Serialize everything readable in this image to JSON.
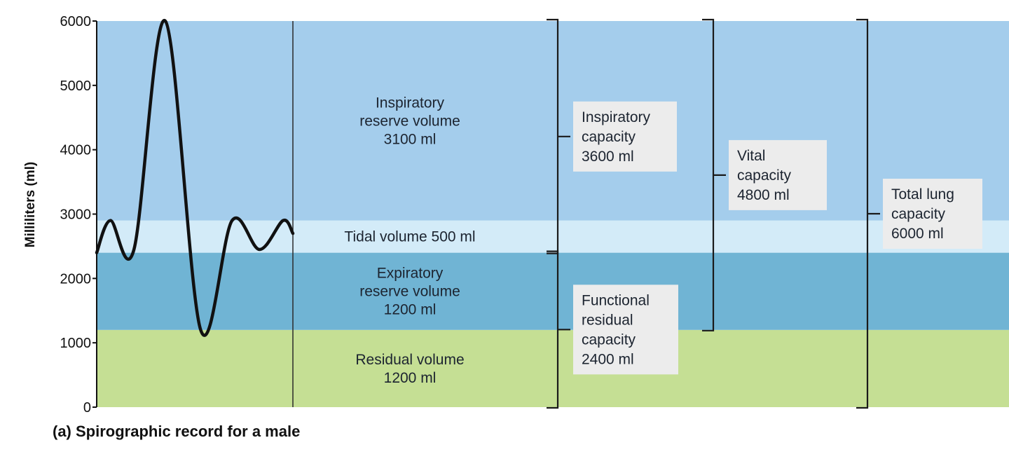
{
  "chart_data": {
    "type": "area",
    "caption": "(a) Spirographic record for a male",
    "ylabel": "Milliliters (ml)",
    "ylim": [
      0,
      6000
    ],
    "yticks": [
      "0",
      "1000",
      "2000",
      "3000",
      "4000",
      "5000",
      "6000"
    ],
    "bands": [
      {
        "key": "rv",
        "from": 0,
        "to": 1200,
        "color": "#c5df94",
        "label": [
          "Residual volume",
          "1200 ml"
        ]
      },
      {
        "key": "erv",
        "from": 1200,
        "to": 2400,
        "color": "#70b4d4",
        "label": [
          "Expiratory",
          "reserve volume",
          "1200 ml"
        ]
      },
      {
        "key": "tv",
        "from": 2400,
        "to": 2900,
        "color": "#d3ebf8",
        "label": [
          "Tidal volume 500 ml"
        ]
      },
      {
        "key": "irv",
        "from": 2900,
        "to": 6000,
        "color": "#a4cdec",
        "label": [
          "Inspiratory",
          "reserve volume",
          "3100 ml"
        ]
      }
    ],
    "capacities": [
      {
        "key": "ic",
        "from": 2400,
        "to": 6000,
        "label": [
          "Inspiratory",
          "capacity",
          "3600 ml"
        ]
      },
      {
        "key": "frc",
        "from": 0,
        "to": 2400,
        "label": [
          "Functional",
          "residual",
          "capacity",
          "2400 ml"
        ]
      },
      {
        "key": "vc",
        "from": 1200,
        "to": 6000,
        "label": [
          "Vital",
          "capacity",
          "4800 ml"
        ]
      },
      {
        "key": "tlc",
        "from": 0,
        "to": 6000,
        "label": [
          "Total lung",
          "capacity",
          "6000 ml"
        ]
      }
    ],
    "trace": {
      "color": "#111111",
      "points": [
        [
          0,
          2400
        ],
        [
          0.07,
          2900
        ],
        [
          0.19,
          2450
        ],
        [
          0.35,
          6000
        ],
        [
          0.53,
          1200
        ],
        [
          0.69,
          2900
        ],
        [
          0.83,
          2450
        ],
        [
          0.95,
          2900
        ],
        [
          1,
          2700
        ]
      ]
    }
  }
}
